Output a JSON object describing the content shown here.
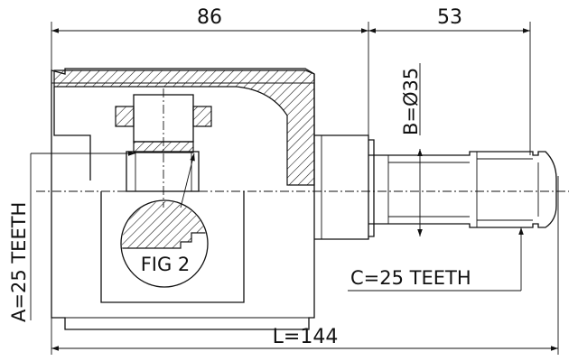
{
  "dimensions": {
    "top_left": "86",
    "top_right": "53",
    "diameter": "B=Ø35",
    "spline_a": "A=25 TEETH",
    "spline_c": "C=25 TEETH",
    "length": "L=144"
  },
  "labels": {
    "figure": "FIG 2"
  }
}
